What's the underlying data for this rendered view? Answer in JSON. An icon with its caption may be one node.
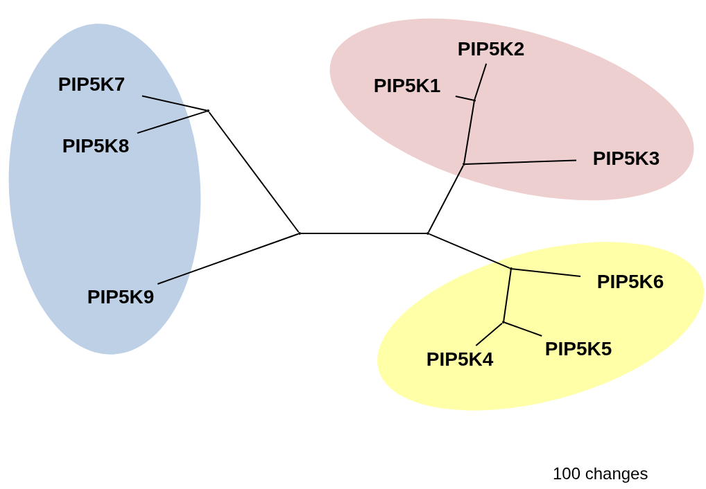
{
  "diagram": {
    "nodes": [
      {
        "text": [],
        "shape": "ellipse"
      },
      {
        "text": [
          "PIP5K7"
        ],
        "in": 0
      },
      {
        "text": [
          "PIP5K8"
        ],
        "in": 0
      },
      {
        "text": [
          "PIP5K9"
        ],
        "in": 0
      },
      {
        "text": [],
        "shape": "ellipse"
      },
      {
        "text": [
          "PIP5K2"
        ],
        "in": 4
      },
      {
        "text": [
          "PIP5K1"
        ],
        "in": 4
      },
      {
        "text": [
          "PIP5K3"
        ],
        "in": 4
      },
      {
        "text": [],
        "shape": "ellipse"
      },
      {
        "text": [
          "PIP5K6"
        ],
        "in": 8
      },
      {
        "text": [
          "PIP5K4"
        ],
        "in": 8
      },
      {
        "text": [
          "PIP5K5"
        ],
        "in": 8
      },
      {
        "text": [],
        "shape": "point"
      },
      {
        "text": [],
        "shape": "point"
      },
      {
        "text": [],
        "shape": "point"
      },
      {
        "text": [],
        "shape": "point",
        "in": 4
      },
      {
        "text": [],
        "shape": "point",
        "in": 4
      },
      {
        "text": [],
        "shape": "point",
        "in": 8
      },
      {
        "text": [],
        "shape": "point",
        "in": 8
      }
    ],
    "edges": [
      {
        "from": 12,
        "to": 1,
        "arrow": "none"
      },
      {
        "from": 12,
        "to": 2,
        "arrow": "none"
      },
      {
        "from": 12,
        "to": 13,
        "arrow": "none"
      },
      {
        "from": 13,
        "to": 3,
        "arrow": "none"
      },
      {
        "from": 13,
        "to": 14,
        "arrow": "none"
      },
      {
        "from": 14,
        "to": 15,
        "arrow": "none"
      },
      {
        "from": 15,
        "to": 16,
        "arrow": "none"
      },
      {
        "from": 16,
        "to": 5,
        "arrow": "none"
      },
      {
        "from": 16,
        "to": 6,
        "arrow": "none"
      },
      {
        "from": 15,
        "to": 7,
        "arrow": "none"
      },
      {
        "from": 14,
        "to": 17,
        "arrow": "none"
      },
      {
        "from": 17,
        "to": 9,
        "arrow": "none"
      },
      {
        "from": 17,
        "to": 18,
        "arrow": "none"
      },
      {
        "from": 18,
        "to": 10,
        "arrow": "none"
      },
      {
        "from": 18,
        "to": 11,
        "arrow": "none"
      }
    ],
    "labels": [
      "100 changes"
    ]
  }
}
